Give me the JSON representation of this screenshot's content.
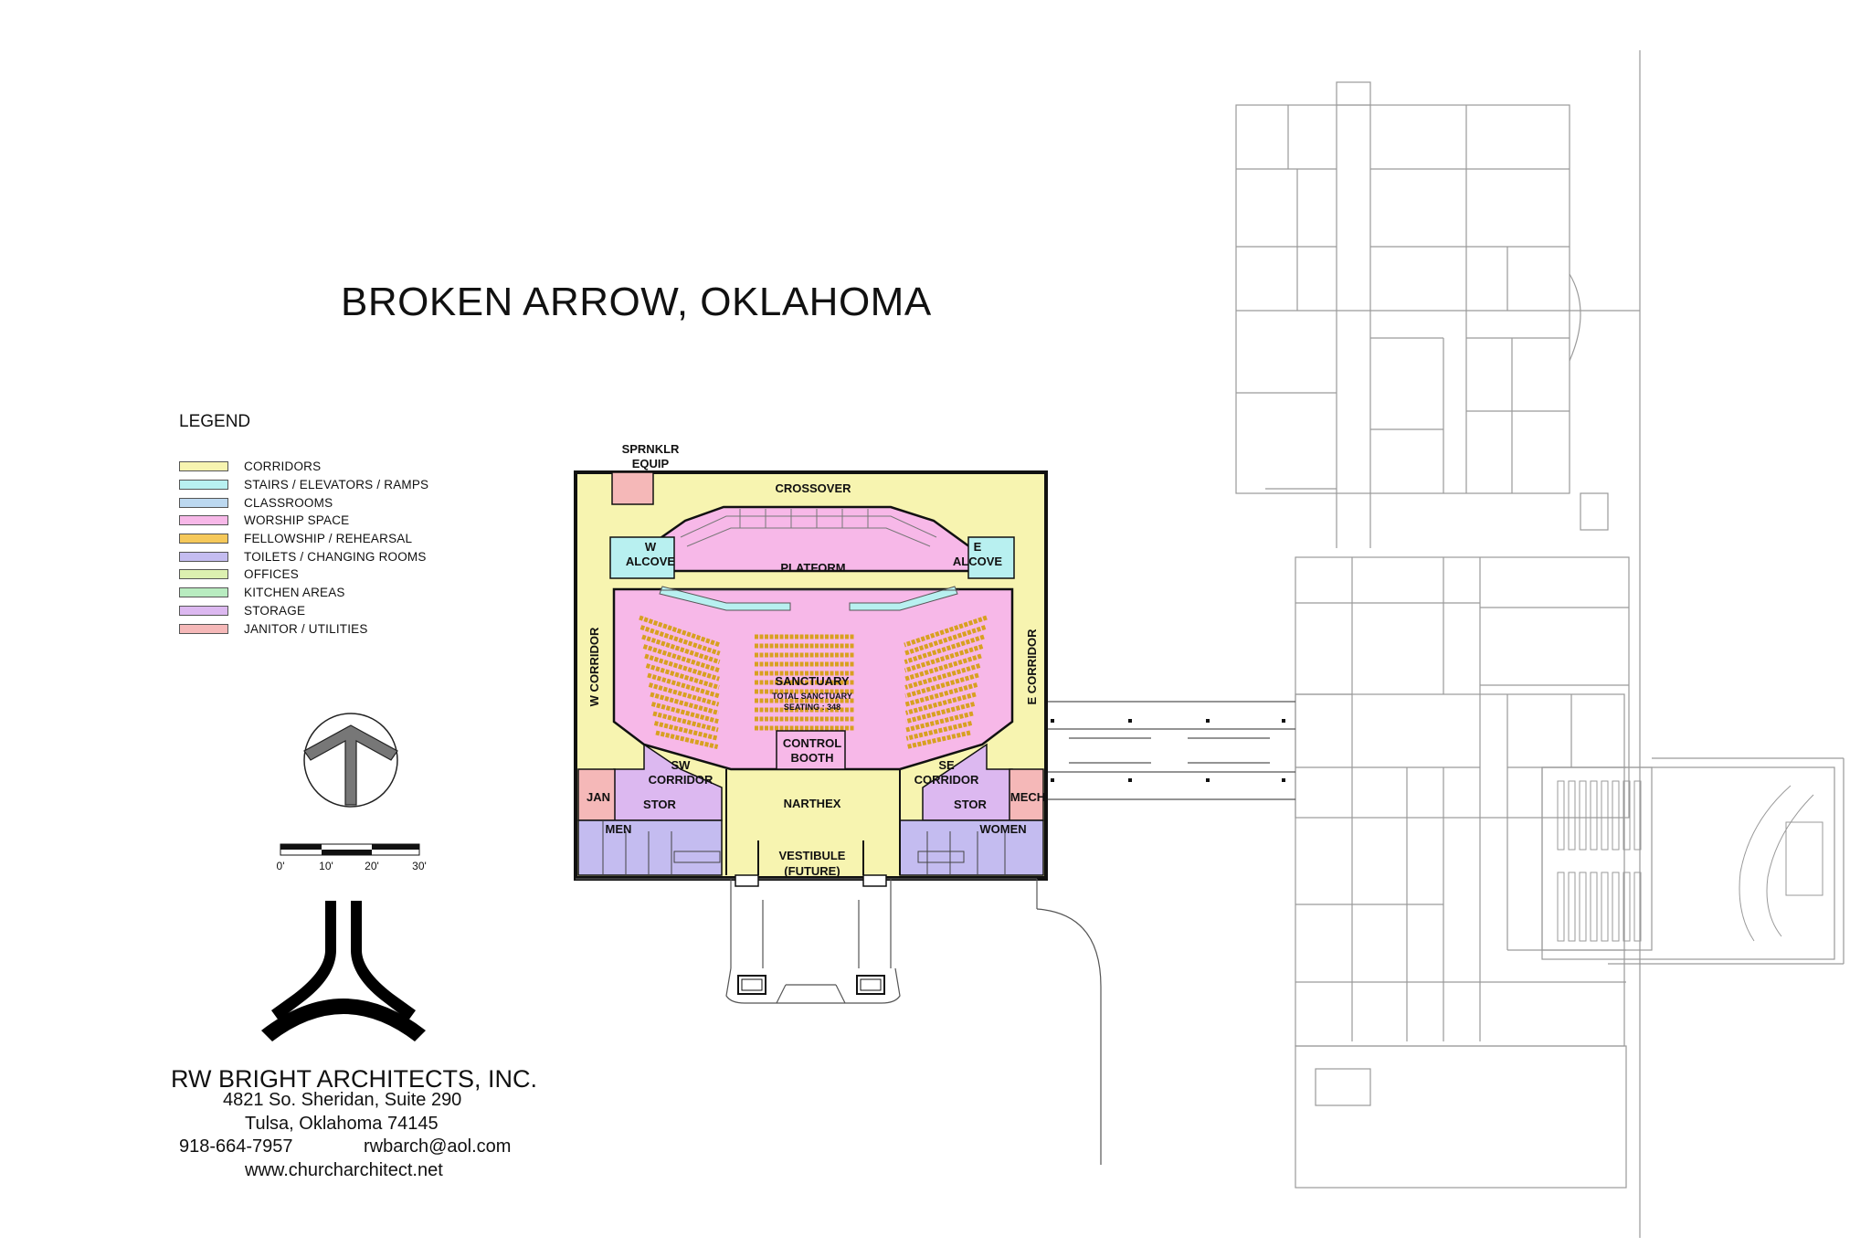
{
  "title": "BROKEN ARROW, OKLAHOMA",
  "legend": {
    "heading": "LEGEND",
    "items": [
      {
        "label": "CORRIDORS",
        "color": "#f7f4b0"
      },
      {
        "label": "STAIRS / ELEVATORS / RAMPS",
        "color": "#b8f0f0"
      },
      {
        "label": "CLASSROOMS",
        "color": "#bcd8f0"
      },
      {
        "label": "WORSHIP SPACE",
        "color": "#f7b8e8"
      },
      {
        "label": "FELLOWSHIP / REHEARSAL",
        "color": "#f5c85a"
      },
      {
        "label": "TOILETS / CHANGING ROOMS",
        "color": "#c4bcf0"
      },
      {
        "label": "OFFICES",
        "color": "#dcf0b0"
      },
      {
        "label": "KITCHEN AREAS",
        "color": "#b8ecc0"
      },
      {
        "label": "STORAGE",
        "color": "#dcb8f0"
      },
      {
        "label": "JANITOR  / UTILITIES",
        "color": "#f5b8b8"
      }
    ]
  },
  "rooms": {
    "sprinkler": "SPRNKLR",
    "sprinkler2": "EQUIP",
    "crossover": "CROSSOVER",
    "platform": "PLATFORM",
    "w_alcove_letter": "W",
    "w_alcove": "ALCOVE",
    "e_alcove_letter": "E",
    "e_alcove": "ALCOVE",
    "w_corridor": "W CORRIDOR",
    "e_corridor": "E CORRIDOR",
    "sanctuary": "SANCTUARY",
    "sanctuary_total": "TOTAL SANCTUARY",
    "sanctuary_seating": "SEATING : 348",
    "control1": "CONTROL",
    "control2": "BOOTH",
    "sw_corridor1": "SW",
    "sw_corridor2": "CORRIDOR",
    "se_corridor1": "SE",
    "se_corridor2": "CORRIDOR",
    "jan": "JAN",
    "stor_w": "STOR",
    "stor_e": "STOR",
    "mech": "MECH",
    "narthex": "NARTHEX",
    "men": "MEN",
    "women": "WOMEN",
    "vestibule1": "VESTIBULE",
    "vestibule2": "(FUTURE)"
  },
  "scale": {
    "ticks": [
      "0'",
      "10'",
      "20'",
      "30'"
    ]
  },
  "firm": {
    "name": "RW BRIGHT ARCHITECTS, INC.",
    "address1": "4821 So. Sheridan, Suite 290",
    "address2": "Tulsa, Oklahoma 74145",
    "phone": "918-664-7957",
    "email": "rwbarch@aol.com",
    "website": "www.churcharchitect.net"
  }
}
